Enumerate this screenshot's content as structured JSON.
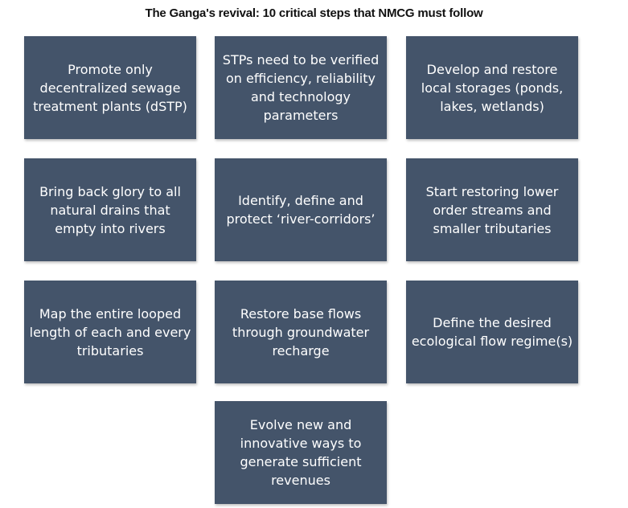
{
  "title": "The Ganga's revival: 10 critical steps that NMCG must follow",
  "steps": [
    "Promote only decentralized sewage treatment plants (dSTP)",
    "STPs need to be verified on efficiency, reliability and technology parameters",
    "Develop and restore local storages (ponds, lakes, wetlands)",
    "Bring back glory to all natural drains that empty into rivers",
    "Identify, define and protect ‘river-corridors’",
    "Start restoring lower order streams and smaller tributaries",
    "Map the entire looped length of each and every tributaries",
    "Restore base flows through groundwater recharge",
    "Define the desired ecological flow regime(s)",
    "Evolve new and innovative ways to generate sufficient revenues"
  ]
}
